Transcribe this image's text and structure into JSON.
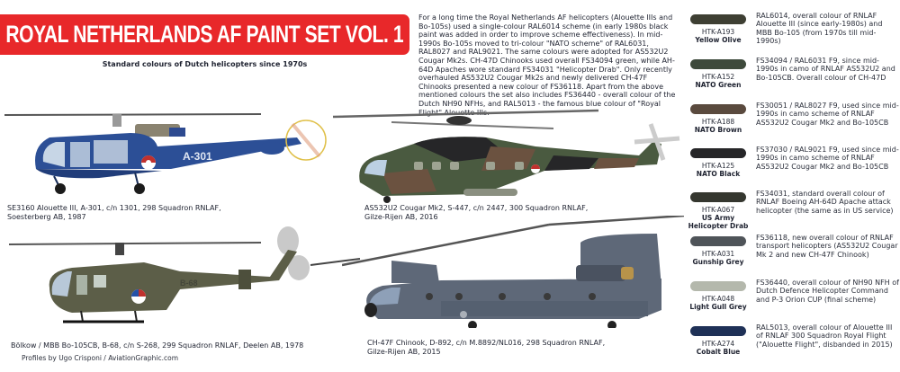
{
  "header": {
    "title": "ROYAL NETHERLANDS AF PAINT SET VOL. 1",
    "subtitle": "Standard colours of Dutch helicopters since 1970s"
  },
  "intro": {
    "text": "For a long time the Royal Netherlands AF helicopters (Alouette IIIs and Bo-105s) used a single-colour RAL6014 scheme (in early 1980s black paint was added in order to improve scheme effectiveness). In mid-1990s Bo-105s moved to tri-colour \"NATO scheme\" of RAL6031, RAL8027 and RAL9021. The same colours were adopted for AS532U2 Cougar Mk2s. CH-47D Chinooks used overall FS34094 green, while AH-64D Apaches wore standard FS34031 \"Helicopter Drab\". Only recently overhauled AS532U2 Cougar Mk2s and newly delivered CH-47F Chinooks presented a new colour of FS36118. Apart from the above mentioned colours the set also includes FS36440 - overall colour of the Dutch NH90 NFHs, and RAL5013 - the famous blue colour of \"Royal Flight\" Alouette IIIs."
  },
  "swatches": [
    {
      "code": "HTK-A193",
      "name": "Yellow Olive",
      "color": "#3e3f33",
      "description": "RAL6014, overall colour of RNLAF Alouette III (since early-1980s) and MBB Bo-105 (from 1970s till mid-1990s)"
    },
    {
      "code": "HTK-A152",
      "name": "NATO Green",
      "color": "#3e4a3c",
      "description": "FS34094 / RAL6031 F9, since mid-1990s in camo of RNLAF AS532U2 and Bo-105CB. Overall colour of CH-47D"
    },
    {
      "code": "HTK-A188",
      "name": "NATO Brown",
      "color": "#5a4a3e",
      "description": "FS30051 / RAL8027 F9, used since mid-1990s in camo scheme of RNLAF AS532U2 Cougar Mk2 and Bo-105CB"
    },
    {
      "code": "HTK-A125",
      "name": "NATO Black",
      "color": "#262628",
      "description": "FS37030 / RAL9021 F9, used since mid-1990s in camo scheme of RNLAF AS532U2 Cougar Mk2 and Bo-105CB"
    },
    {
      "code": "HTK-A067",
      "name": "US Army Helicopter Drab",
      "color": "#35372f",
      "description": "FS34031, standard overall colour of RNLAF Boeing AH-64D Apache attack helicopter (the same as in US service)"
    },
    {
      "code": "HTK-A031",
      "name": "Gunship Grey",
      "color": "#4f5459",
      "description": "FS36118, new overall colour of RNLAF transport helicopters (AS532U2 Cougar Mk 2 and new CH-47F Chinook)"
    },
    {
      "code": "HTK-A048",
      "name": "Light Gull Grey",
      "color": "#b4b8ac",
      "description": "FS36440, overall colour of NH90 NFH of Dutch Defence Helicopter Command and P-3 Orion CUP (final scheme)"
    },
    {
      "code": "HTK-A274",
      "name": "Cobalt Blue",
      "color": "#1f3157",
      "description": "RAL5013, overall colour of Alouette III of RNLAF 300 Squadron Royal Flight (\"Alouette Flight\", disbanded in 2015)"
    }
  ],
  "helicopters": [
    {
      "id": "alouette",
      "caption_line1": "SE3160 Alouette III, A-301, c/n 1301, 298 Squadron RNLAF,",
      "caption_line2": "Soesterberg AB, 1987",
      "serial": "A-301",
      "body_color": "#2c4f96"
    },
    {
      "id": "cougar",
      "caption_line1": "AS532U2 Cougar Mk2, S-447, c/n 2447, 300 Squadron RNLAF,",
      "caption_line2": "Gilze-Rijen AB, 2016",
      "serial": "S-447",
      "body_color": "#4a5a40"
    },
    {
      "id": "bo105",
      "caption_line1": "Bölkow / MBB Bo-105CB, B-68, c/n S-268, 299 Squadron RNLAF, Deelen AB, 1978",
      "caption_line2": "",
      "serial": "B-68",
      "body_color": "#5c5e48"
    },
    {
      "id": "chinook",
      "caption_line1": "CH-47F Chinook, D-892, c/n M.8892/NL016, 298 Squadron RNLAF,",
      "caption_line2": "Gilze-Rijen AB, 2015",
      "serial": "D-892",
      "body_color": "#5e6878"
    }
  ],
  "footer": {
    "credit": "Profiles by Ugo Crisponi / AviationGraphic.com"
  },
  "colors": {
    "title_bar": "#e8282a",
    "title_text": "#ffffff"
  }
}
